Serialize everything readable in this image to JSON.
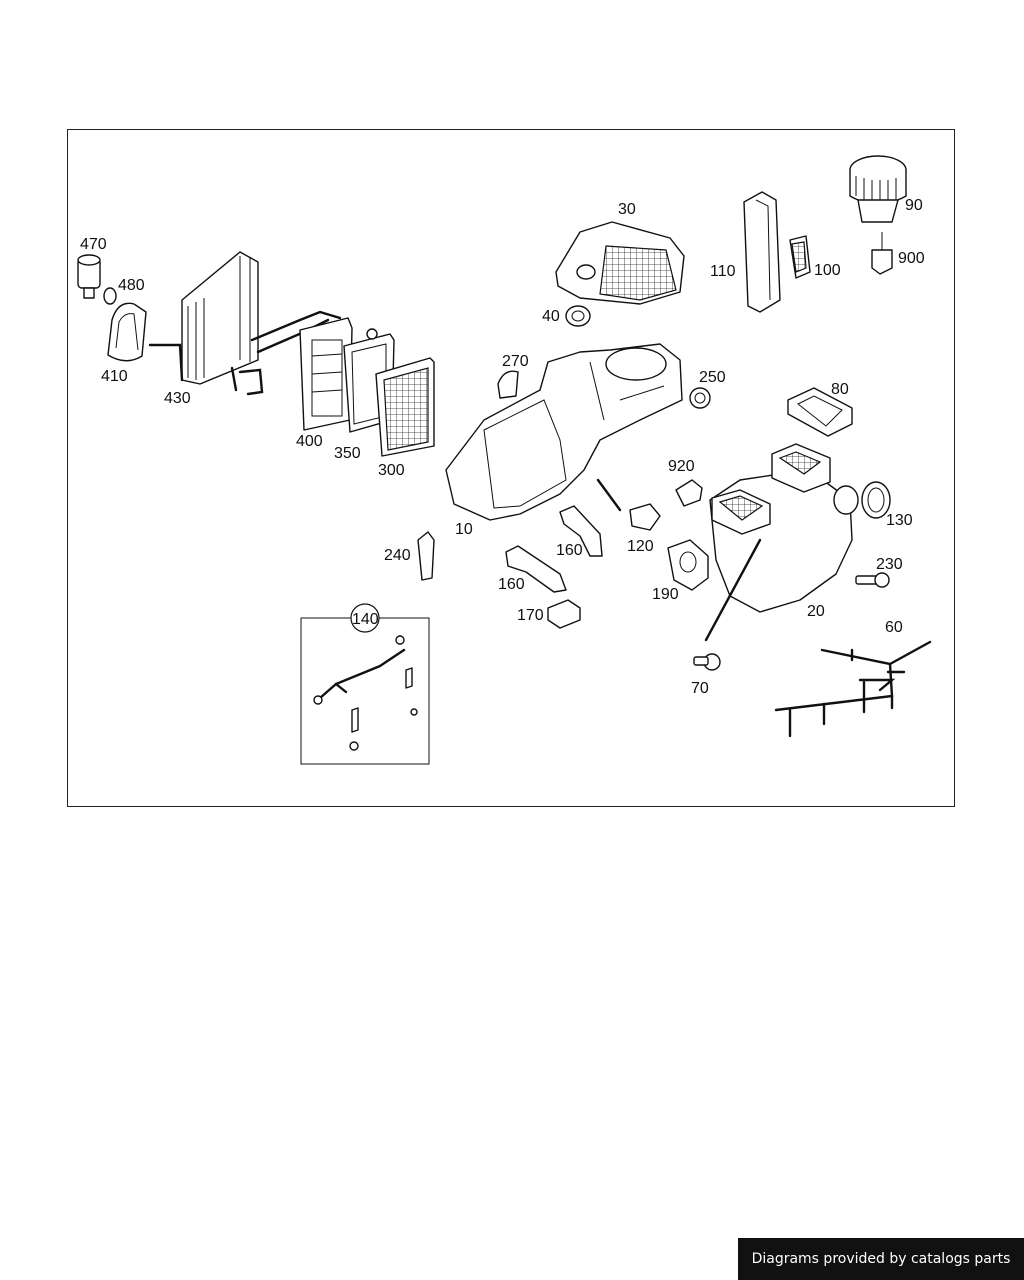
{
  "callouts": [
    {
      "id": "p470",
      "text": "470"
    },
    {
      "id": "p480",
      "text": "480"
    },
    {
      "id": "p410",
      "text": "410"
    },
    {
      "id": "p430",
      "text": "430"
    },
    {
      "id": "p400",
      "text": "400"
    },
    {
      "id": "p350",
      "text": "350"
    },
    {
      "id": "p300",
      "text": "300"
    },
    {
      "id": "p30",
      "text": "30"
    },
    {
      "id": "p40",
      "text": "40"
    },
    {
      "id": "p110",
      "text": "110"
    },
    {
      "id": "p100",
      "text": "100"
    },
    {
      "id": "p90",
      "text": "90"
    },
    {
      "id": "p900",
      "text": "900"
    },
    {
      "id": "p270",
      "text": "270"
    },
    {
      "id": "p250",
      "text": "250"
    },
    {
      "id": "p80",
      "text": "80"
    },
    {
      "id": "p10",
      "text": "10"
    },
    {
      "id": "p920",
      "text": "920"
    },
    {
      "id": "p120",
      "text": "120"
    },
    {
      "id": "p130",
      "text": "130"
    },
    {
      "id": "p240",
      "text": "240"
    },
    {
      "id": "p160a",
      "text": "160"
    },
    {
      "id": "p160b",
      "text": "160"
    },
    {
      "id": "p190",
      "text": "190"
    },
    {
      "id": "p230",
      "text": "230"
    },
    {
      "id": "p170",
      "text": "170"
    },
    {
      "id": "p20",
      "text": "20"
    },
    {
      "id": "p140",
      "text": "140"
    },
    {
      "id": "p60",
      "text": "60"
    },
    {
      "id": "p70",
      "text": "70"
    }
  ],
  "footer": {
    "text": "Diagrams provided by catalogs parts"
  }
}
